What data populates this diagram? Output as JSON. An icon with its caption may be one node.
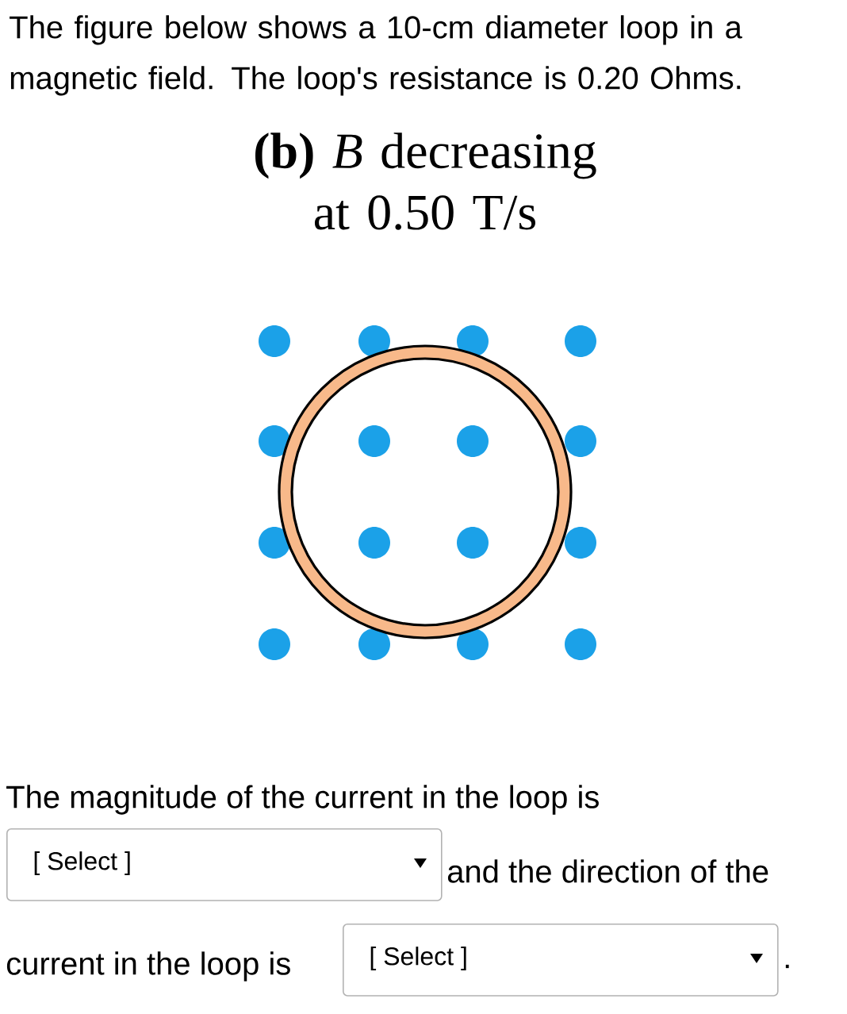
{
  "diagram": {
    "nodes": [
      {
        "text": [
          "[ Select ]"
        ]
      },
      {
        "text": [
          "[ Select ]"
        ]
      }
    ],
    "labels": [
      "The figure below shows a 10-cm diameter loop in a magnetic field. The loop's resistance is 0.20 Ohms.",
      "**(b)** *B* decreasing at 0.50 T/s",
      "The magnitude of the current in the loop is",
      "and the direction of the",
      "current in the loop is",
      "."
    ]
  }
}
